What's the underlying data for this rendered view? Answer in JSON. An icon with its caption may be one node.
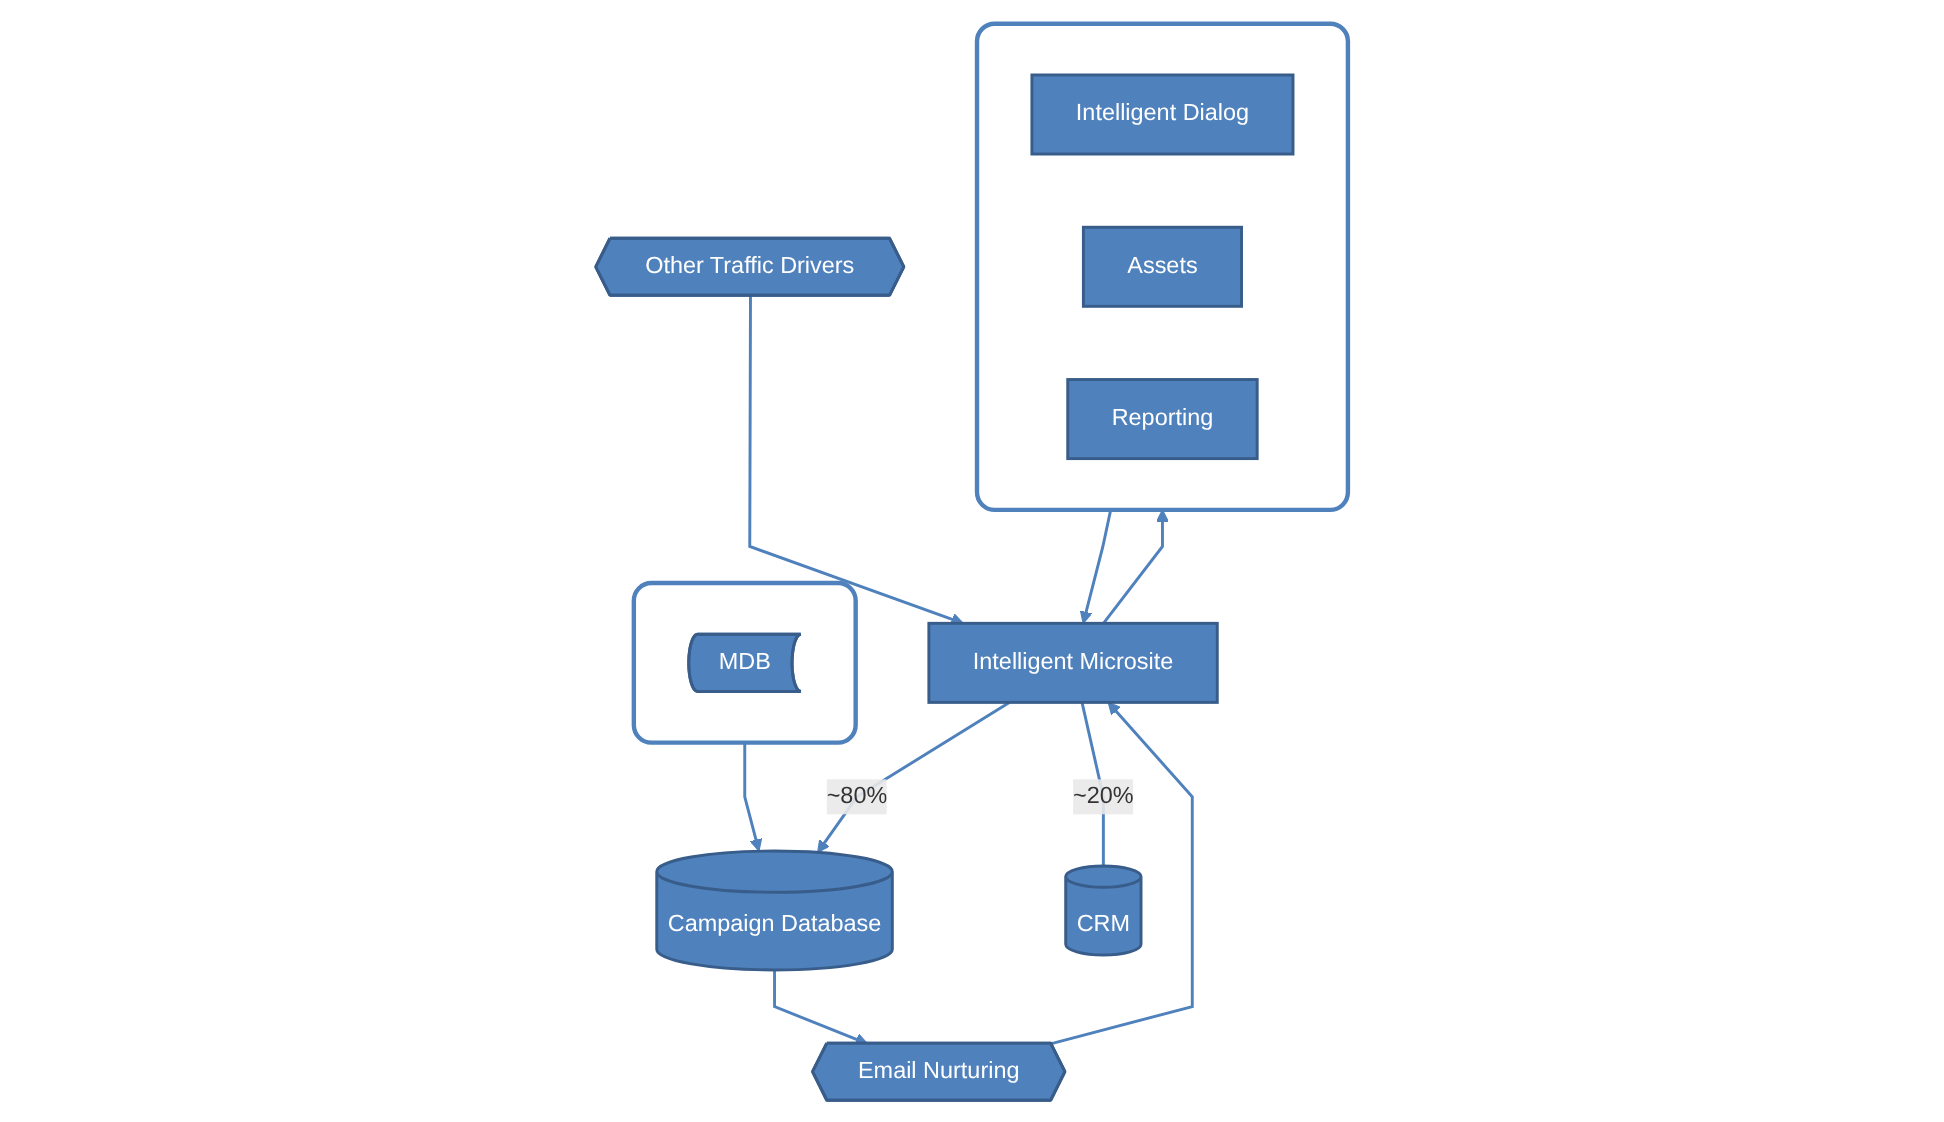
{
  "diagram": {
    "nodes": [
      {
        "text": [],
        "shape": "box"
      },
      {
        "text": [
          "MDB"
        ],
        "in": 0
      },
      {
        "text": [],
        "shape": "box"
      },
      {
        "text": [
          "Intelligent Dialog"
        ],
        "in": 2
      },
      {
        "text": [
          "Assets"
        ],
        "in": 2
      },
      {
        "text": [
          "Reporting"
        ],
        "in": 2
      },
      {
        "text": [
          "Campaign Database"
        ]
      },
      {
        "text": [
          "Email Nurturing"
        ]
      },
      {
        "text": [
          "Intelligent Microsite"
        ]
      },
      {
        "text": [
          "Other Traffic Drivers"
        ]
      },
      {
        "text": [
          "CRM"
        ]
      }
    ],
    "edges": [
      {
        "from": 0,
        "to": 6,
        "arrow": "to"
      },
      {
        "from": 2,
        "to": 8,
        "arrow": "to"
      },
      {
        "from": 8,
        "to": 2,
        "arrow": "to"
      },
      {
        "from": 6,
        "to": 7,
        "arrow": "to"
      },
      {
        "from": 7,
        "to": 8,
        "arrow": "to"
      },
      {
        "from": 9,
        "to": 8,
        "arrow": "to"
      },
      {
        "from": 8,
        "to": 6,
        "arrow": "to",
        "label": "~80%"
      },
      {
        "from": 8,
        "to": 10,
        "arrow": "none",
        "label": "~20%"
      }
    ]
  }
}
